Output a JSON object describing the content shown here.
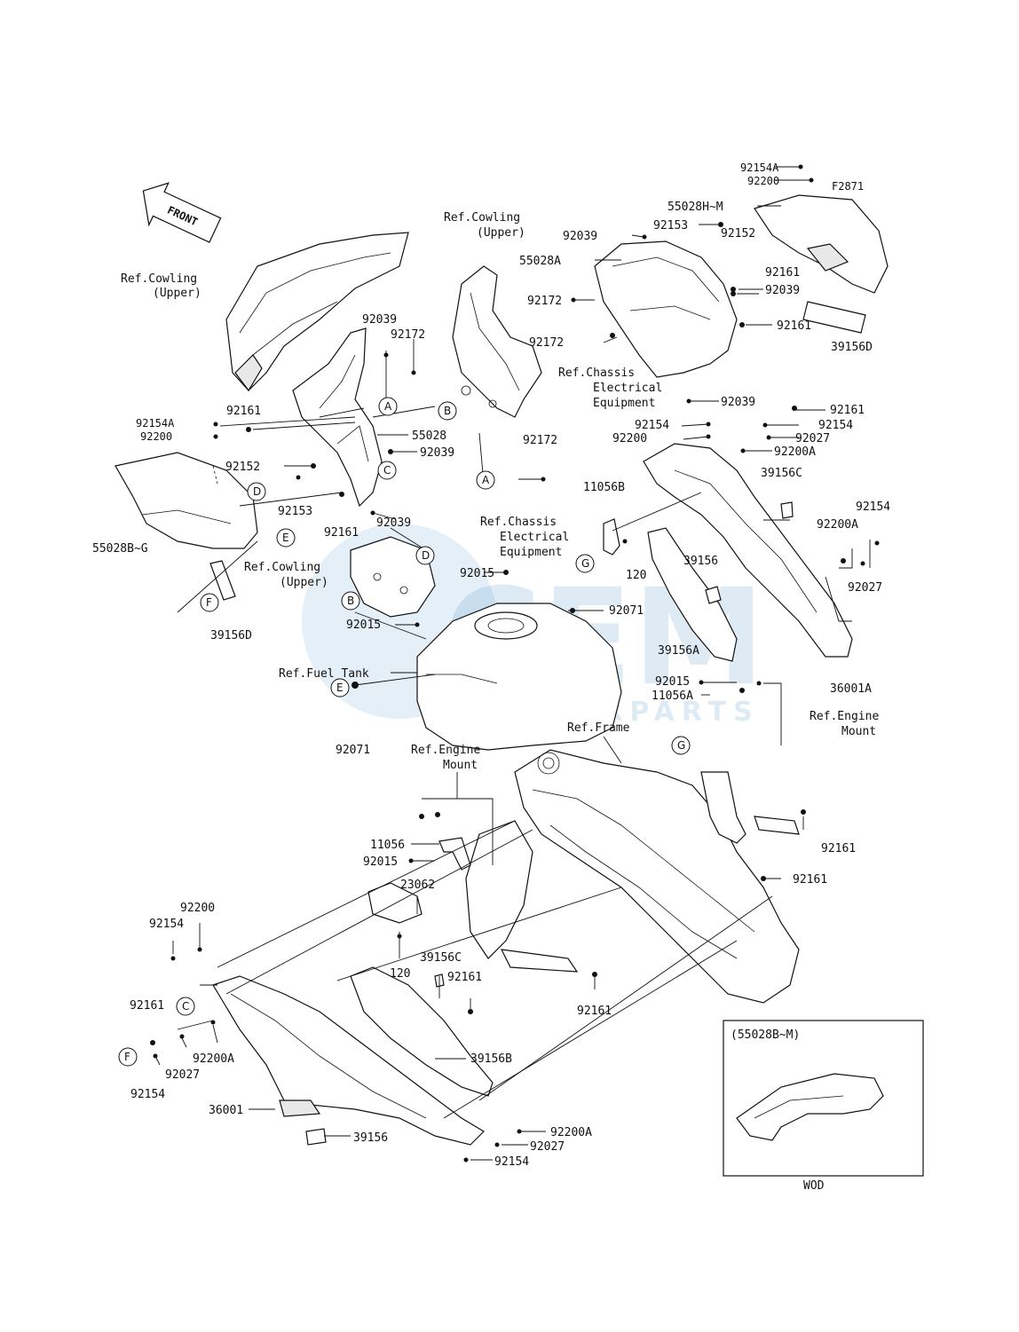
{
  "labels": {
    "front_arrow": "FRONT",
    "ref_cowling_upper_a": "Ref.Cowling",
    "ref_cowling_upper_a2": "(Upper)",
    "ref_cowling_upper_b": "Ref.Cowling",
    "ref_cowling_upper_b2": "(Upper)",
    "ref_cowling_upper_c": "Ref.Cowling",
    "ref_cowling_upper_c2": "(Upper)",
    "ref_chassis_1": "Ref.Chassis",
    "ref_chassis_1b": "Electrical",
    "ref_chassis_1c": "Equipment",
    "ref_chassis_2": "Ref.Chassis",
    "ref_chassis_2b": "Electrical",
    "ref_chassis_2c": "Equipment",
    "ref_fuel_tank": "Ref.Fuel Tank",
    "ref_frame": "Ref.Frame",
    "ref_engine_mount_1": "Ref.Engine",
    "ref_engine_mount_1b": "Mount",
    "ref_engine_mount_2": "Ref.Engine",
    "ref_engine_mount_2b": "Mount",
    "inset_title": "(55028B~M)",
    "inset_caption": "WOD",
    "watermark_brand": "CEM",
    "watermark_sub": "MOTORPARTS"
  },
  "parts": [
    "92154A",
    "92200",
    "F2871",
    "55028H~M",
    "92153",
    "92152",
    "92039",
    "55028A",
    "92161",
    "92172",
    "39156D",
    "55028",
    "55028B~G",
    "36001A",
    "92027",
    "92200A",
    "92154",
    "39156C",
    "11056B",
    "120",
    "39156",
    "39156A",
    "92015",
    "92071",
    "11056A",
    "11056",
    "23062",
    "39156B",
    "36001"
  ],
  "callouts": [
    "A",
    "B",
    "C",
    "D",
    "E",
    "F",
    "G"
  ],
  "label_text": {
    "p_92154A_top": "92154A",
    "p_92200_top": "92200",
    "p_F2871": "F2871",
    "p_55028HM": "55028H~M",
    "p_92153_top": "92153",
    "p_92152_top": "92152",
    "p_92039_top": "92039",
    "p_55028A": "55028A",
    "p_92161_r1": "92161",
    "p_92172_r1": "92172",
    "p_92039_r2": "92039",
    "p_92172_r2": "92172",
    "p_92161_r2": "92161",
    "p_39156D_r": "39156D",
    "p_92039_r3": "92039",
    "p_92039_l1": "92039",
    "p_92172_l1": "92172",
    "p_92154A_l": "92154A",
    "p_92161_l1": "92161",
    "p_92200_l": "92200",
    "p_55028": "55028",
    "p_92152_l": "92152",
    "p_92039_l2": "92039",
    "p_92153_l": "92153",
    "p_92161_l2": "92161",
    "p_92039_l3": "92039",
    "p_55028BG": "55028B~G",
    "p_39156D_l": "39156D",
    "p_92172_mid": "92172",
    "p_92154_mr": "92154",
    "p_92200_mr": "92200",
    "p_92161_mr": "92161",
    "p_92154_mr2": "92154",
    "p_92027_mr": "92027",
    "p_92200A_mr": "92200A",
    "p_39156C_r": "39156C",
    "p_11056B": "11056B",
    "p_120_r": "120",
    "p_39156_r": "39156",
    "p_92154_fr": "92154",
    "p_92200A_fr": "92200A",
    "p_92027_fr": "92027",
    "p_39156A": "39156A",
    "p_36001A": "36001A",
    "p_92015_a": "92015",
    "p_92015_b": "92015",
    "p_92071_a": "92071",
    "p_92071_b": "92071",
    "p_92015_c": "92015",
    "p_11056A": "11056A",
    "p_92161_fr1": "92161",
    "p_92161_fr2": "92161",
    "p_11056": "11056",
    "p_92015_d": "92015",
    "p_23062": "23062",
    "p_120_l": "120",
    "p_39156C_l": "39156C",
    "p_92161_bl1": "92161",
    "p_92161_bl2": "92161",
    "p_92200_bl": "92200",
    "p_92154_bl": "92154",
    "p_92161_bl3": "92161",
    "p_92200A_bl": "92200A",
    "p_92027_bl": "92027",
    "p_92154_bl2": "92154",
    "p_39156B": "39156B",
    "p_36001": "36001",
    "p_39156_bl": "39156",
    "p_92200A_bb": "92200A",
    "p_92027_bb": "92027",
    "p_92154_bb": "92154"
  }
}
